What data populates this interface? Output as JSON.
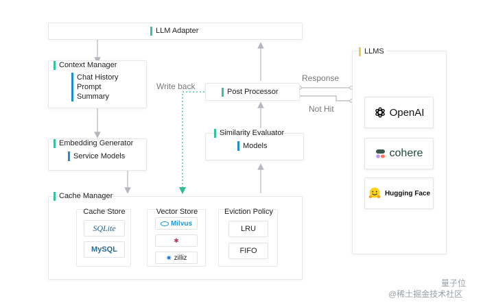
{
  "llm_adapter": {
    "title": "LLM Adapter"
  },
  "context_manager": {
    "title": "Context Manager",
    "items": [
      "Chat  History",
      "Prompt",
      "Summary"
    ]
  },
  "embedding_generator": {
    "title": "Embedding Generator",
    "item": "Service Models"
  },
  "cache_manager": {
    "title": "Cache Manager",
    "cache_store": {
      "title": "Cache Store",
      "items": [
        "SQLite",
        "MySQL"
      ]
    },
    "vector_store": {
      "title": "Vector Store",
      "items": [
        "Milvus",
        "",
        "zilliz"
      ]
    },
    "eviction_policy": {
      "title": "Eviction Policy",
      "items": [
        "LRU",
        "FIFO"
      ]
    }
  },
  "post_processor": {
    "title": "Post Processor"
  },
  "similarity_evaluator": {
    "title": "Similarity Evaluator",
    "item": "Models"
  },
  "llms": {
    "title": "LLMS",
    "providers": [
      "OpenAI",
      "cohere",
      "Hugging Face"
    ]
  },
  "edges": {
    "write_back": "Write back",
    "response": "Response",
    "not_hit": "Not Hit"
  },
  "watermark": {
    "line1": "量子位",
    "line2": "@稀土掘金技术社区"
  },
  "colors": {
    "accent_green": "#34c3a0",
    "accent_blue": "#1e90c8",
    "accent_yellow": "#f2c94c",
    "arrow": "#b5b8bd"
  }
}
